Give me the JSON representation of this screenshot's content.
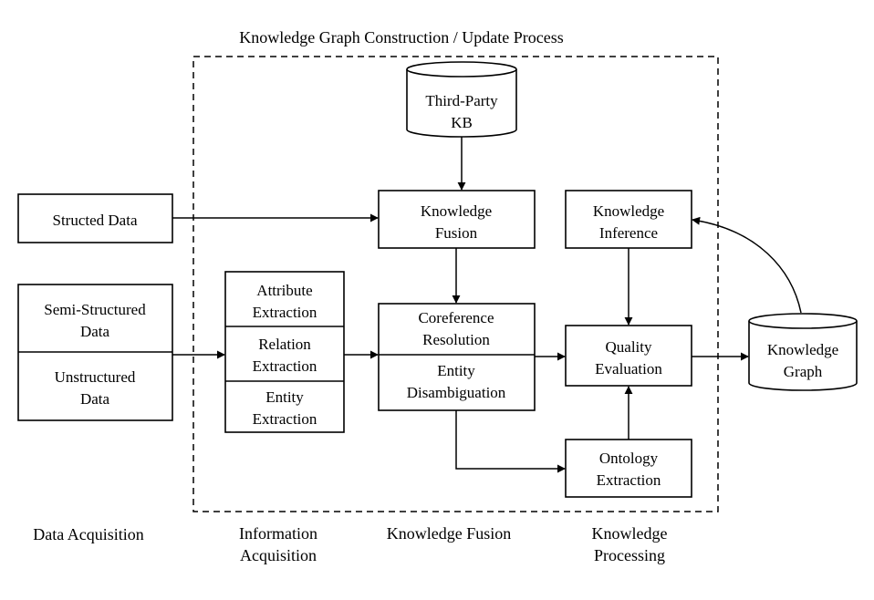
{
  "title": "Knowledge Graph Construction / Update Process",
  "nodes": {
    "third_party_kb": [
      "Third-Party",
      "KB"
    ],
    "structed_data": [
      "Structed Data"
    ],
    "semi_structured": [
      "Semi-Structured",
      "Data"
    ],
    "unstructured": [
      "Unstructured",
      "Data"
    ],
    "attribute_extraction": [
      "Attribute",
      "Extraction"
    ],
    "relation_extraction": [
      "Relation",
      "Extraction"
    ],
    "entity_extraction": [
      "Entity",
      "Extraction"
    ],
    "knowledge_fusion": [
      "Knowledge",
      "Fusion"
    ],
    "coreference_resolution": [
      "Coreference",
      "Resolution"
    ],
    "entity_disambiguation": [
      "Entity",
      "Disambiguation"
    ],
    "knowledge_inference": [
      "Knowledge",
      "Inference"
    ],
    "quality_evaluation": [
      "Quality",
      "Evaluation"
    ],
    "ontology_extraction": [
      "Ontology",
      "Extraction"
    ],
    "knowledge_graph": [
      "Knowledge",
      "Graph"
    ]
  },
  "stages": {
    "data_acquisition": [
      "Data Acquisition"
    ],
    "information_acquisition": [
      "Information",
      "Acquisition"
    ],
    "knowledge_fusion": [
      "Knowledge Fusion"
    ],
    "knowledge_processing": [
      "Knowledge",
      "Processing"
    ]
  }
}
